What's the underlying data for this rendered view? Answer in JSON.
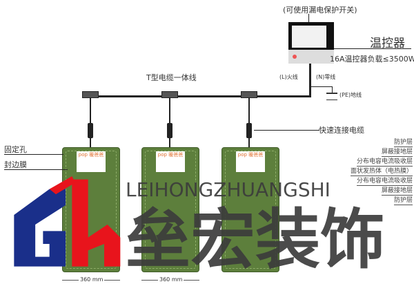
{
  "switch_note": "(可使用漏电保护开关)",
  "thermostat": {
    "title": "温控器",
    "load": "16A温控器负载≤3500W",
    "live": "(L)火线",
    "neutral": "(N)零线",
    "earth": "(PE)地线"
  },
  "cable_label": "T型电缆一体线",
  "quick_connect_label": "快速连接电缆",
  "panel_brand": "pop 暖爸爸",
  "left_labels": [
    "固定孔",
    "封边膜"
  ],
  "dimension": "360 mm",
  "layers": [
    "防护层",
    "屏蔽接地层",
    "分布电容电流吸收层",
    "面状发热体（电热膜）",
    "分布电容电流吸收层",
    "屏蔽接地层",
    "防护层"
  ],
  "watermark": {
    "text": "垒宏装饰",
    "pinyin": "LEIHONGZHUANGSHI",
    "logo": "Gh"
  }
}
